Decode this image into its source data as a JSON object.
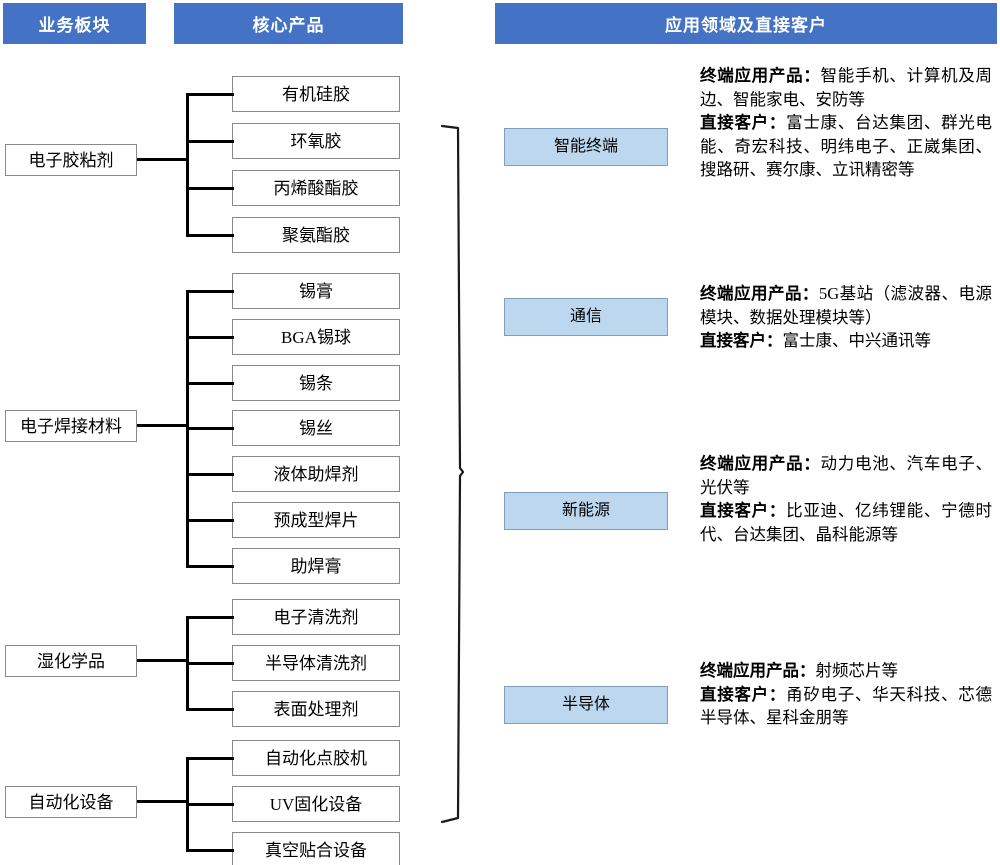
{
  "headers": {
    "segment": "业务板块",
    "product": "核心产品",
    "application": "应用领域及直接客户"
  },
  "colors": {
    "header_blue": "#4472C4",
    "app_box_blue": "#BDD7EE",
    "box_border": "#8a8a8a",
    "connector": "#000000"
  },
  "segments": [
    {
      "name": "电子胶粘剂",
      "products": [
        "有机硅胶",
        "环氧胶",
        "丙烯酸酯胶",
        "聚氨酯胶"
      ]
    },
    {
      "name": "电子焊接材料",
      "products": [
        "锡膏",
        "BGA锡球",
        "锡条",
        "锡丝",
        "液体助焊剂",
        "预成型焊片",
        "助焊膏"
      ]
    },
    {
      "name": "湿化学品",
      "products": [
        "电子清洗剂",
        "半导体清洗剂",
        "表面处理剂"
      ]
    },
    {
      "name": "自动化设备",
      "products": [
        "自动化点胶机",
        "UV固化设备",
        "真空贴合设备"
      ]
    }
  ],
  "applications": [
    {
      "field": "智能终端",
      "end_product_label": "终端应用产品：",
      "end_product_value": "智能手机、计算机及周边、智能家电、安防等",
      "customer_label": "直接客户：",
      "customer_value": "富士康、台达集团、群光电能、奇宏科技、明纬电子、正崴集团、搜路研、赛尔康、立讯精密等"
    },
    {
      "field": "通信",
      "end_product_label": "终端应用产品：",
      "end_product_value": "5G基站（滤波器、电源模块、数据处理模块等）",
      "customer_label": "直接客户：",
      "customer_value": "富士康、中兴通讯等"
    },
    {
      "field": "新能源",
      "end_product_label": "终端应用产品：",
      "end_product_value": "动力电池、汽车电子、光伏等",
      "customer_label": "直接客户：",
      "customer_value": "比亚迪、亿纬锂能、宁德时代、台达集团、晶科能源等"
    },
    {
      "field": "半导体",
      "end_product_label": "终端应用产品：",
      "end_product_value": "射频芯片等",
      "customer_label": "直接客户：",
      "customer_value": "甬矽电子、华天科技、芯德半导体、星科金朋等"
    }
  ]
}
